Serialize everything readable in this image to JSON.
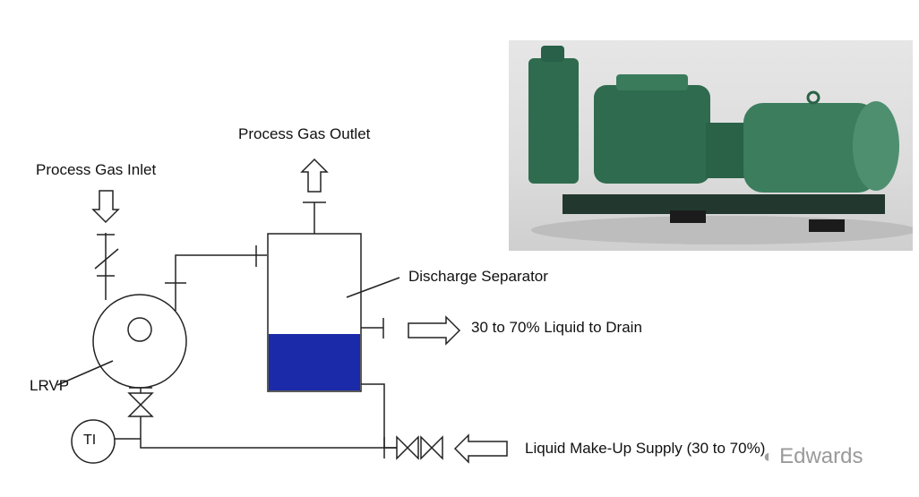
{
  "labels": {
    "process_gas_inlet": "Process Gas Inlet",
    "process_gas_outlet": "Process Gas Outlet",
    "discharge_separator": "Discharge Separator",
    "liquid_to_drain": "30 to 70% Liquid to Drain",
    "lrvp": "LRVP",
    "ti": "TI",
    "liquid_make_up": "Liquid Make-Up Supply (30 to 70%)"
  },
  "watermark": {
    "text": "Edwards",
    "icon": "wechat-icon"
  },
  "photo": {
    "subject": "liquid-ring-vacuum-pump-photo"
  },
  "colors": {
    "liquid": "#1a2aa8",
    "line": "#222222",
    "pump_green": "#2f6b4e"
  }
}
